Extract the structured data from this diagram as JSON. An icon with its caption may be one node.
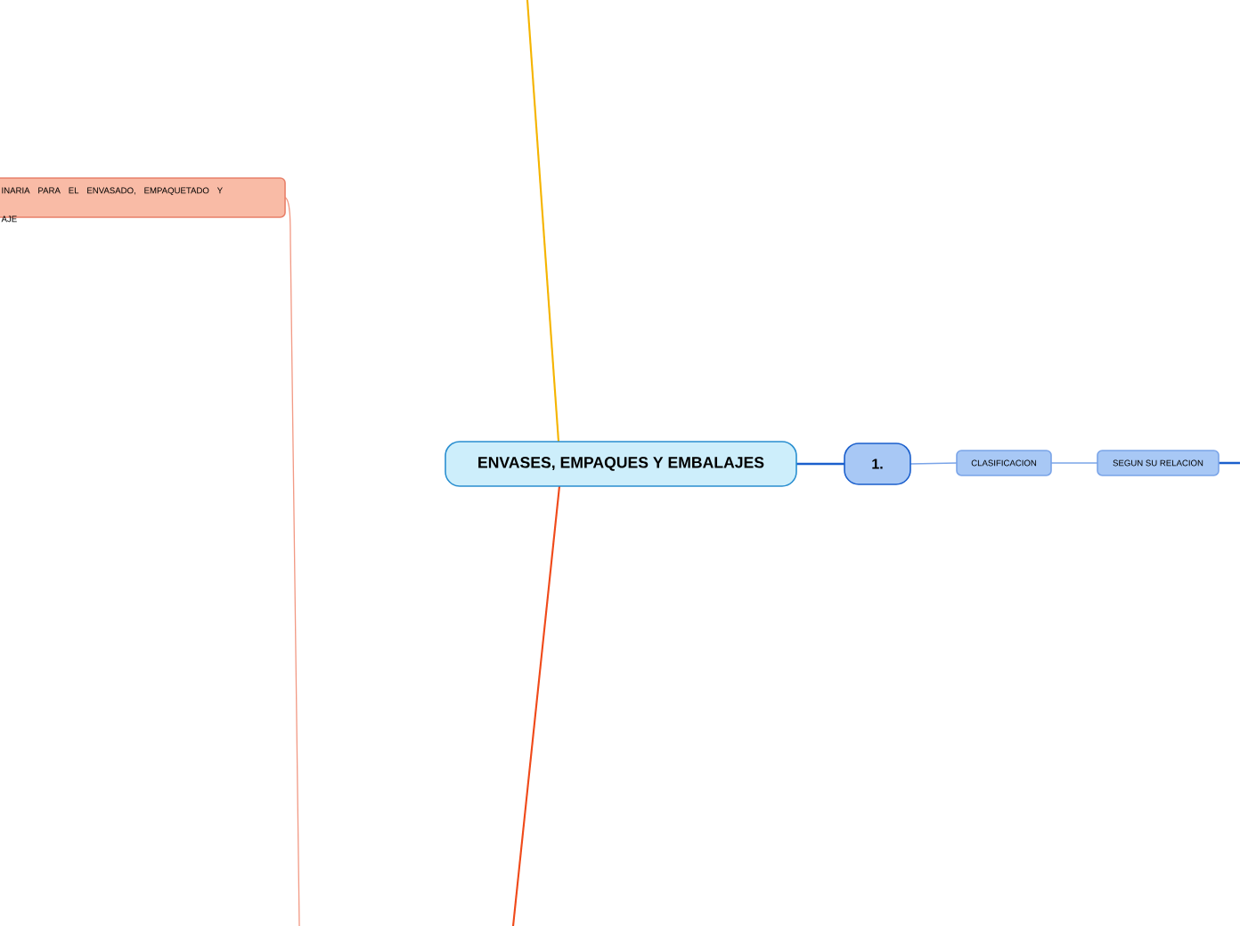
{
  "diagram": {
    "nodes": [
      {
        "text": [
          "ENVASES, EMPAQUES Y EMBALAJES"
        ]
      },
      {
        "text": [
          "1."
        ]
      },
      {
        "text": [
          "CLASIFICACION"
        ]
      },
      {
        "text": [
          "SEGUN SU RELACION"
        ]
      },
      {
        "text": [
          "INARIA PARA EL ENVASADO, EMPAQUETADO Y AJE"
        ]
      }
    ],
    "edges": [
      {
        "from": 0,
        "to": 1,
        "arrow": "none"
      },
      {
        "from": 1,
        "to": 2,
        "arrow": "none",
        "color": "#7aa4e8"
      },
      {
        "from": 2,
        "to": 3,
        "arrow": "none",
        "color": "#7aa4e8"
      },
      {
        "from": 3,
        "to": null,
        "arrow": "none"
      },
      {
        "from": 0,
        "to": null,
        "arrow": "none",
        "color": "#f5b400"
      },
      {
        "from": 0,
        "to": null,
        "arrow": "none",
        "color": "#f04a1a"
      },
      {
        "from": 4,
        "to": null,
        "arrow": "none",
        "color": "#f29a85"
      }
    ]
  }
}
